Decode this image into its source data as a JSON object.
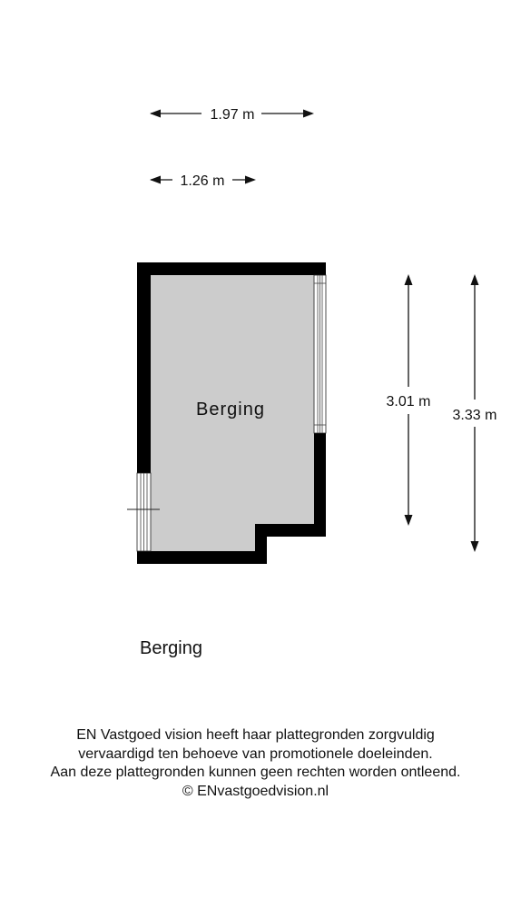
{
  "dimensions": {
    "top_outer_width": "1.97 m",
    "top_inner_width": "1.26 m",
    "right_inner_height": "3.01 m",
    "right_outer_height": "3.33 m"
  },
  "room": {
    "name": "Berging"
  },
  "floor": {
    "label": "Berging"
  },
  "disclaimer": {
    "line1": "EN Vastgoed vision heeft haar plattegronden zorgvuldig",
    "line2": "vervaardigd ten behoeve van promotionele doeleinden.",
    "line3": "Aan deze plattegronden kunnen geen rechten worden ontleend.",
    "line4": "© ENvastgoedvision.nl"
  },
  "colors": {
    "wall": "#000000",
    "floor": "#cccccc",
    "text": "#111111"
  }
}
